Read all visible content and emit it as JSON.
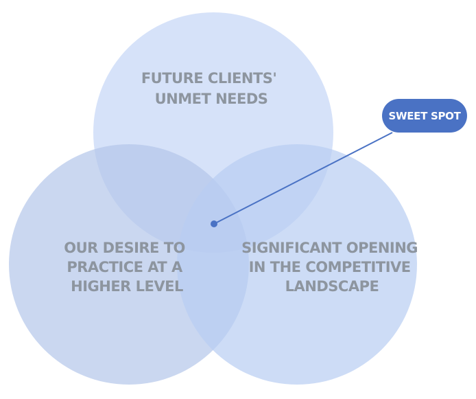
{
  "circles": [
    {
      "label_lines": [
        "FUTURE CLIENTS'",
        "UNMET NEEDS"
      ],
      "fill": "#c4d6f7"
    },
    {
      "label_lines": [
        "OUR DESIRE TO",
        "PRACTICE AT A",
        "HIGHER LEVEL"
      ],
      "fill": "#b3c6e9"
    },
    {
      "label_lines": [
        "SIGNIFICANT OPENING",
        "IN THE COMPETITIVE",
        "LANDSCAPE"
      ],
      "fill": "#b8cdf2"
    }
  ],
  "callout": {
    "label": "SWEET SPOT",
    "pill_color": "#4a72c4",
    "line_color": "#4a72c4"
  },
  "colors": {
    "label_text": "#8d959f",
    "background": "#ffffff"
  }
}
